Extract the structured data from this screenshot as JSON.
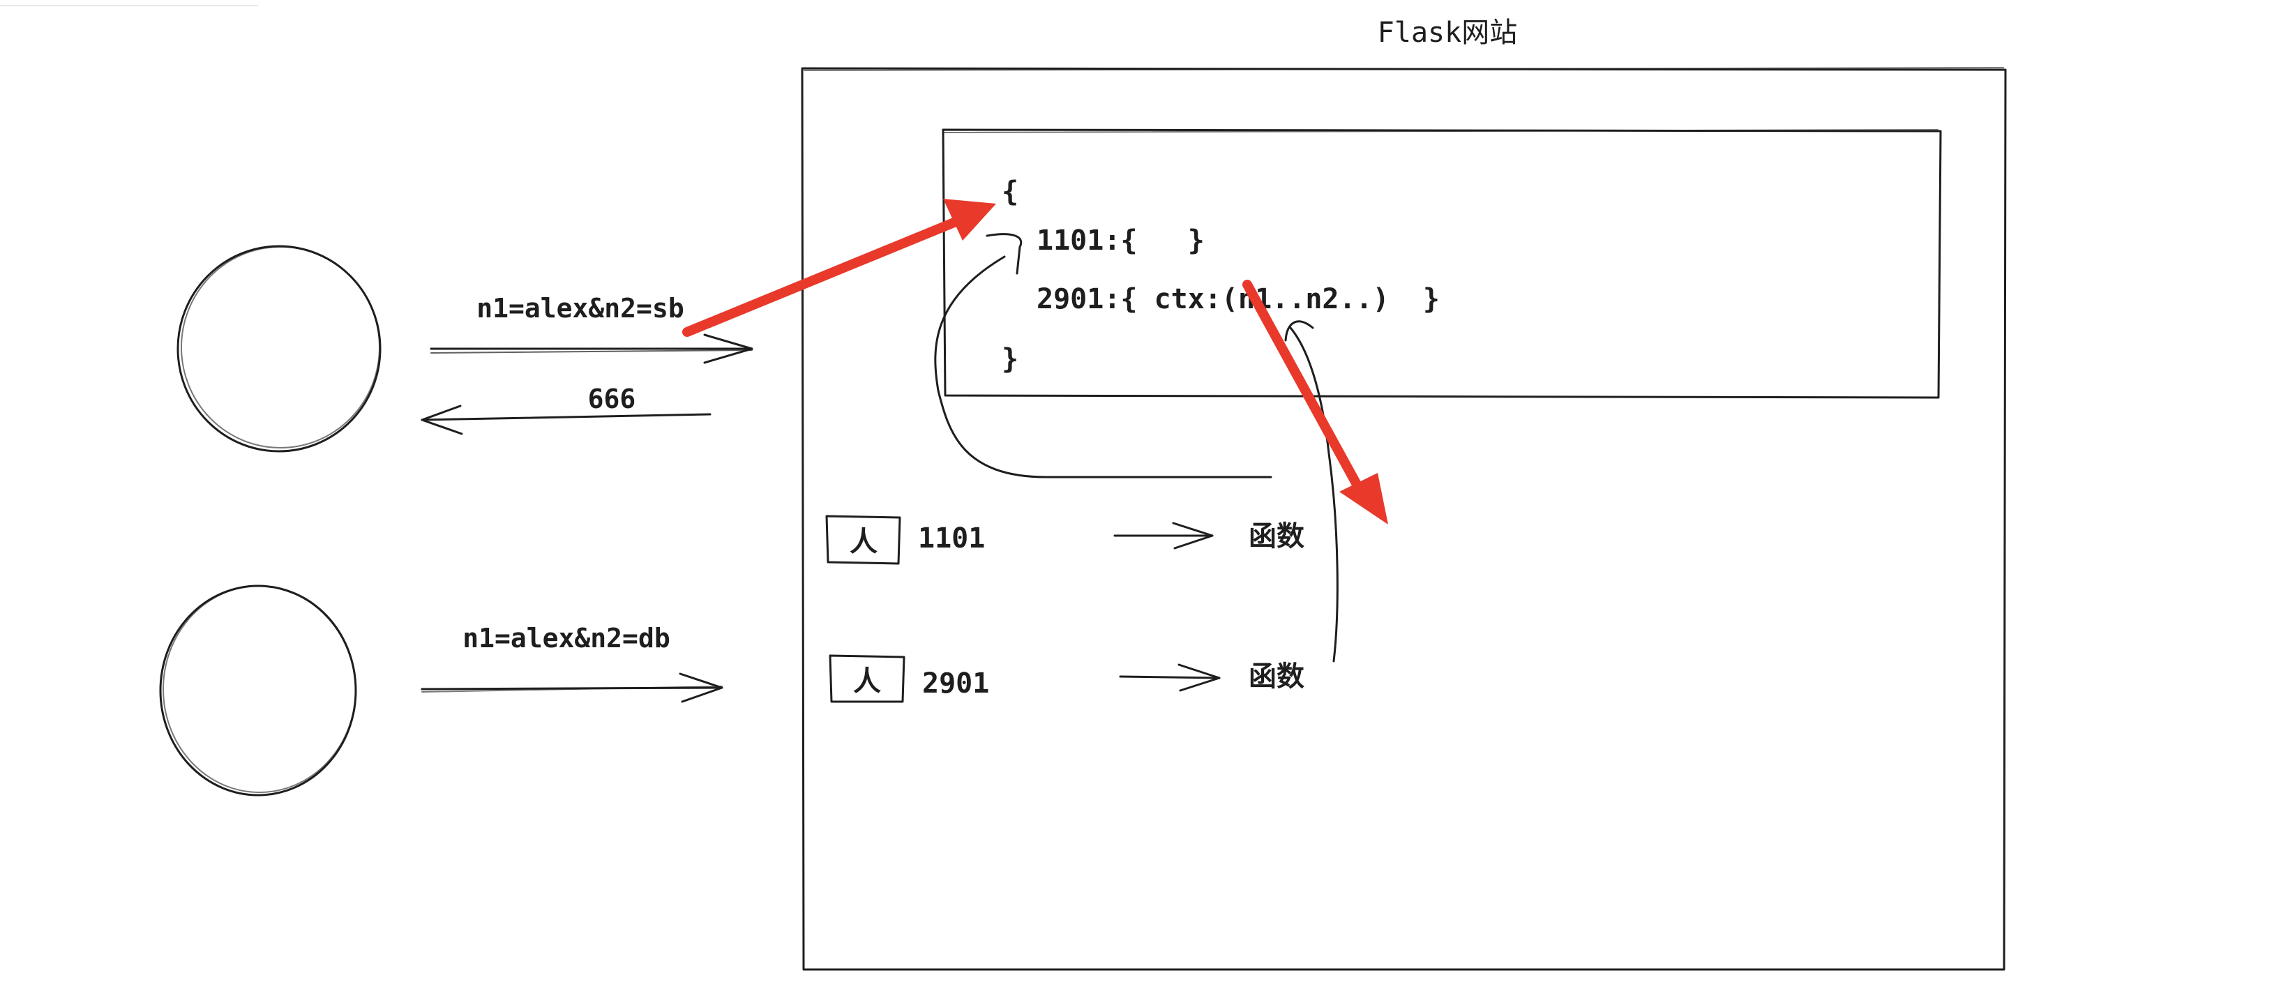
{
  "title": "Flask网站",
  "clients": [
    {
      "request": "n1=alex&n2=sb",
      "response": "666"
    },
    {
      "request": "n1=alex&n2=db"
    }
  ],
  "storage": {
    "open_brace": "{",
    "entry1": "1101:{   }",
    "entry2": "2901:{ ctx:(n1..n2..)  }",
    "close_brace": "}"
  },
  "workers": [
    {
      "person_label": "人",
      "id": "1101",
      "target": "函数"
    },
    {
      "person_label": "人",
      "id": "2901",
      "target": "函数"
    }
  ],
  "colors": {
    "ink": "#1e1e1e",
    "highlight_arrow": "#e8392b"
  }
}
